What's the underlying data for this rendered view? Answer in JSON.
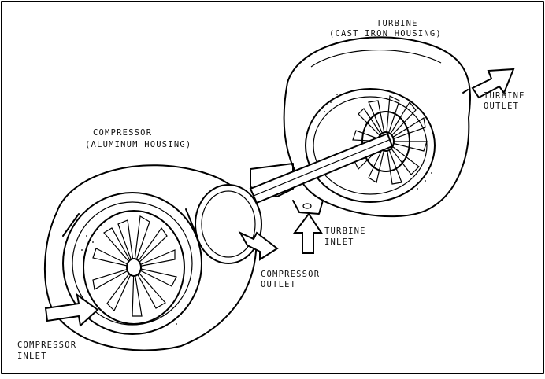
{
  "labels": {
    "turbine_title": "TURBINE",
    "turbine_housing": "(CAST IRON HOUSING)",
    "turbine_outlet_1": "TURBINE",
    "turbine_outlet_2": "OUTLET",
    "compressor_title": "COMPRESSOR",
    "compressor_housing": "(ALUMINUM HOUSING)",
    "turbine_inlet_1": "TURBINE",
    "turbine_inlet_2": "INLET",
    "compressor_outlet_1": "COMPRESSOR",
    "compressor_outlet_2": "OUTLET",
    "compressor_inlet_1": "COMPRESSOR",
    "compressor_inlet_2": "INLET"
  },
  "colors": {
    "ink": "#000000",
    "paper": "#ffffff"
  }
}
